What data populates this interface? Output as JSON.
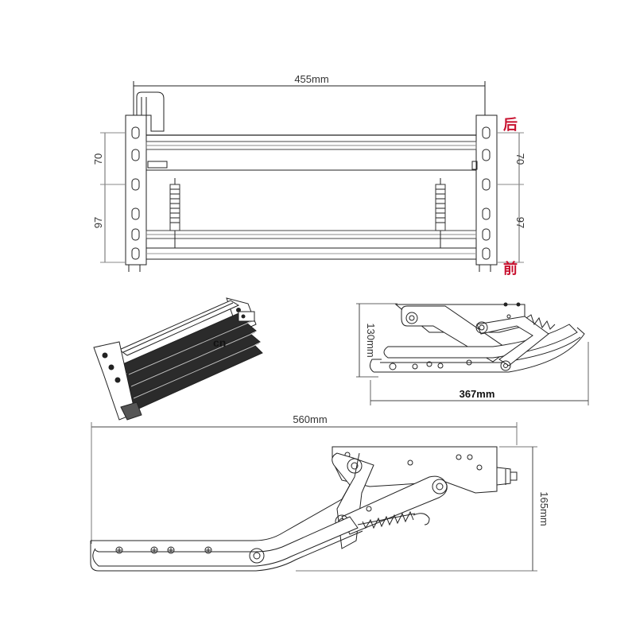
{
  "top_view": {
    "width_label": "455mm",
    "left_spacing_upper": "70",
    "left_spacing_lower": "97",
    "right_spacing_upper": "70",
    "right_spacing_lower": "97",
    "rear_label": "后",
    "front_label": "前",
    "rear_color": "#c8102e",
    "front_color": "#c8102e"
  },
  "side_view_folded": {
    "height_label": "130mm",
    "length_label": "367mm"
  },
  "side_view_extended": {
    "length_label": "560mm",
    "height_label": "165mm"
  },
  "watermark": {
    "overlay_text": "cn"
  },
  "colors": {
    "line": "#222222",
    "rail": "#555555",
    "step_dark": "#2b2b2b"
  }
}
